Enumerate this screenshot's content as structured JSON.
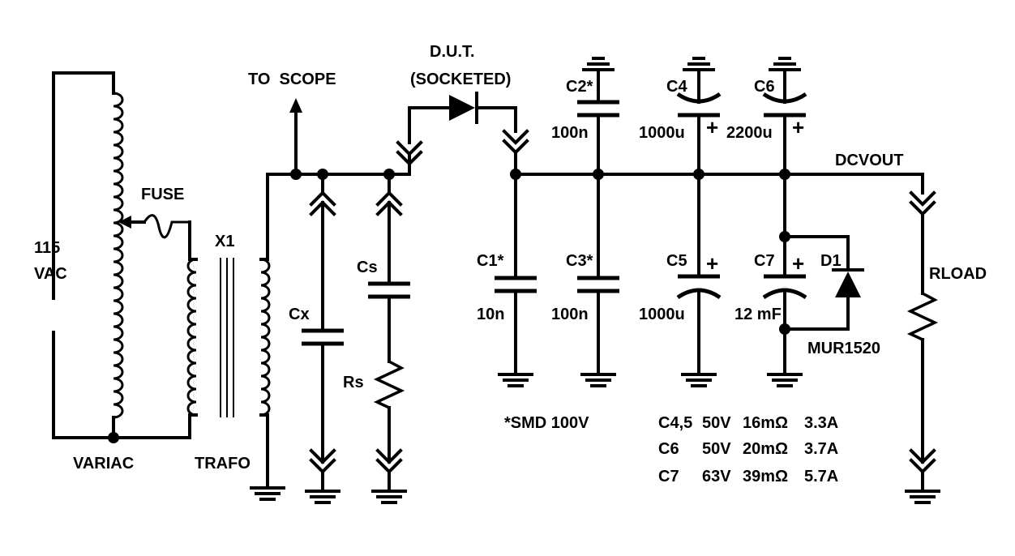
{
  "labels": {
    "source_voltage_line1": "115",
    "source_voltage_line2": "VAC",
    "variac": "VARIAC",
    "fuse": "FUSE",
    "transformer_ref": "X1",
    "transformer": "TRAFO",
    "to_scope": "TO  SCOPE",
    "dut_line1": "D.U.T.",
    "dut_line2": "(SOCKETED)",
    "cx": "Cx",
    "cs": "Cs",
    "rs": "Rs",
    "c1": "C1*",
    "c1_value": "10n",
    "c2": "C2*",
    "c2_value": "100n",
    "c3": "C3*",
    "c3_value": "100n",
    "c4": "C4",
    "c4_value": "1000u",
    "c5": "C5",
    "c5_value": "1000u",
    "c6": "C6",
    "c6_value": "2200u",
    "c7": "C7",
    "c7_value": "12 mF",
    "d1": "D1",
    "d1_part": "MUR1520",
    "dcvout": "DCVOUT",
    "rload": "RLOAD",
    "plus": "+"
  },
  "notes": {
    "smd": "*SMD 100V",
    "specs": [
      {
        "cap": "C4,5",
        "voltage": "50V",
        "esr": "16mΩ",
        "ripple": "3.3A"
      },
      {
        "cap": "C6",
        "voltage": "50V",
        "esr": "20mΩ",
        "ripple": "3.7A"
      },
      {
        "cap": "C7",
        "voltage": "63V",
        "esr": "39mΩ",
        "ripple": "5.7A"
      }
    ]
  }
}
